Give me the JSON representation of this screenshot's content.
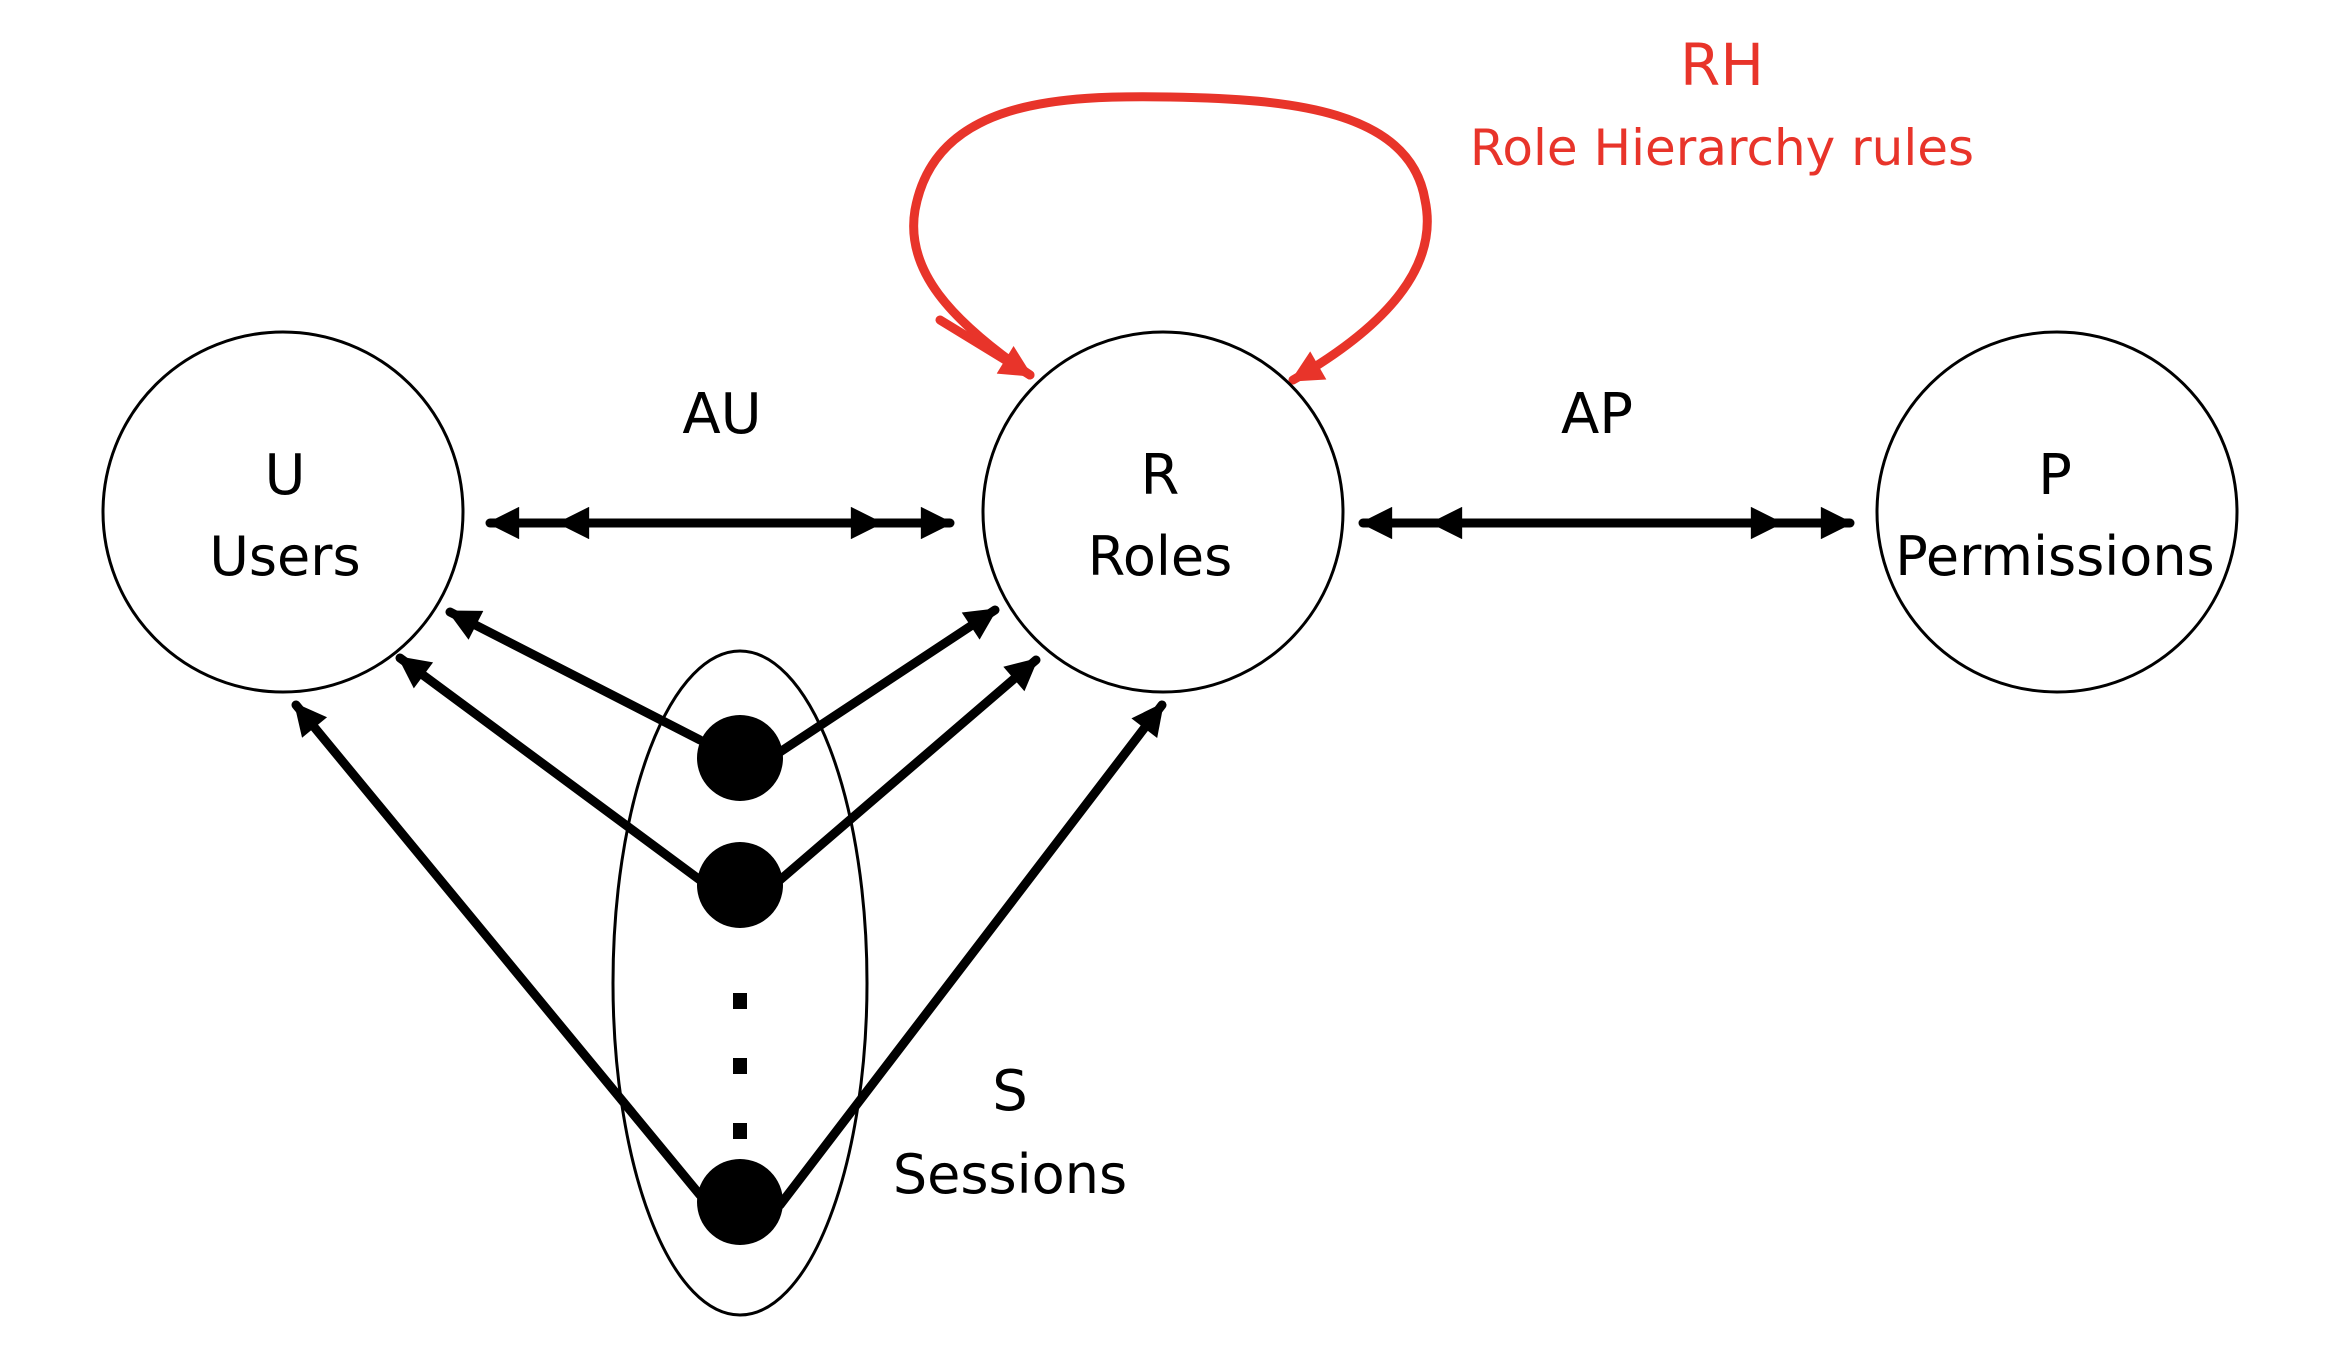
{
  "nodes": {
    "users": {
      "letter": "U",
      "label": "Users"
    },
    "roles": {
      "letter": "R",
      "label": "Roles"
    },
    "permissions": {
      "letter": "P",
      "label": "Permissions"
    },
    "sessions": {
      "letter": "S",
      "label": "Sessions"
    }
  },
  "relations": {
    "au": {
      "label": "AU"
    },
    "ap": {
      "label": "AP"
    },
    "rh": {
      "title": "RH",
      "subtitle": "Role Hierarchy rules"
    }
  },
  "colors": {
    "edge": "#000000",
    "hierarchy": "#e8342a",
    "session_dot": "#000000"
  }
}
